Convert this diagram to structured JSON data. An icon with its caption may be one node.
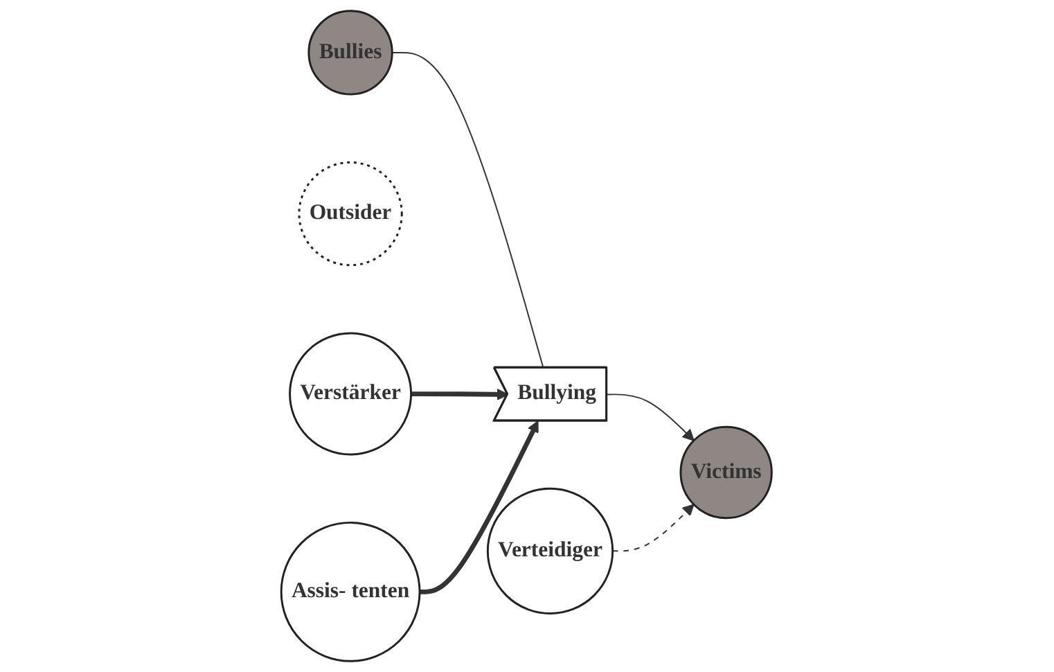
{
  "diagram": {
    "nodes": [
      {
        "text": [
          "Verstärker"
        ]
      },
      {
        "text": [
          "Outsider"
        ]
      },
      {
        "text": [
          "Bullies"
        ]
      },
      {
        "text": [
          "Bullying"
        ]
      },
      {
        "text": [
          "Verteidiger"
        ]
      },
      {
        "text": [
          "Assis- tenten"
        ]
      },
      {
        "text": [
          "Victims"
        ]
      }
    ],
    "edges": [
      {
        "from": 2,
        "to": 3,
        "arrow": "none"
      },
      {
        "from": 3,
        "to": 6,
        "arrow": "to"
      },
      {
        "from": 0,
        "to": 3,
        "arrow": "to",
        "style": "thick"
      },
      {
        "from": 5,
        "to": 3,
        "arrow": "to",
        "style": "thick"
      },
      {
        "from": 4,
        "to": 6,
        "arrow": "to",
        "style": "dashed"
      }
    ]
  }
}
